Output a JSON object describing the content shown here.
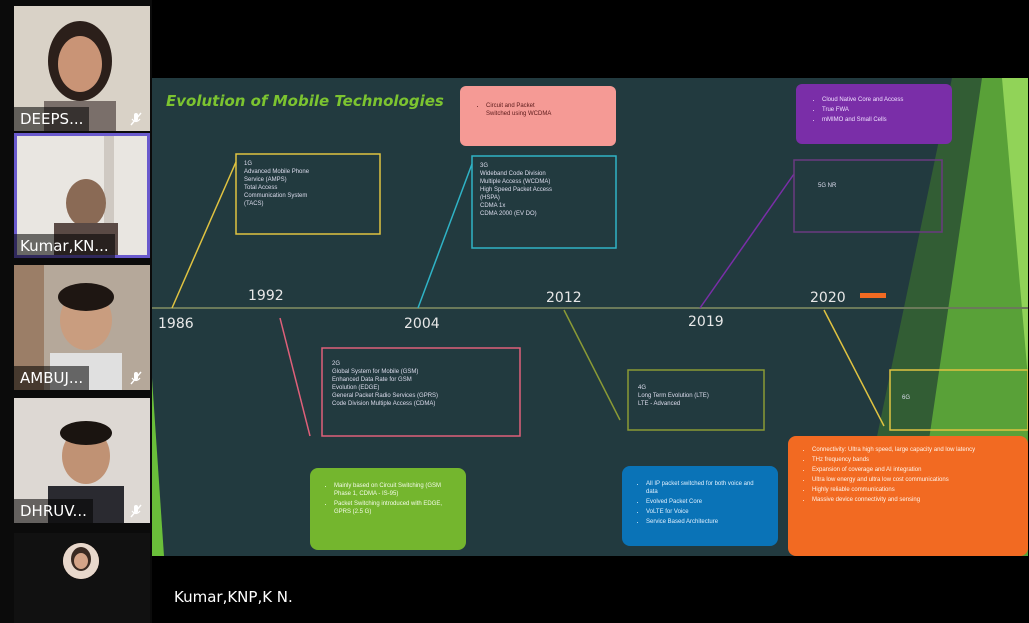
{
  "participants": [
    {
      "name": "DEEPS..."
    },
    {
      "name": "Kumar,KN..."
    },
    {
      "name": "AMBUJ..."
    },
    {
      "name": "DHRUV..."
    }
  ],
  "active_speaker": {
    "name": "Kumar,KNP,K N."
  },
  "slide": {
    "title": "Evolution of Mobile Technologies",
    "years": [
      "1986",
      "1992",
      "2004",
      "2012",
      "2019",
      "2020"
    ],
    "boxes": {
      "g1": [
        "1G",
        "Advanced Mobile Phone",
        "Service (AMPS)",
        "Total Access",
        "Communication System",
        "(TACS)"
      ],
      "g2": [
        "2G",
        "Global System for Mobile (GSM)",
        "Enhanced Data Rate for GSM",
        "Evolution (EDGE)",
        "General Packet Radio Services (GPRS)",
        "Code Division Multiple Access (CDMA)"
      ],
      "g3": [
        "3G",
        "Wideband Code Division",
        "Multiple Access (WCDMA)",
        "High Speed Packet Access",
        "(HSPA)",
        "CDMA 1x",
        "CDMA 2000 (EV DO)"
      ],
      "g4": [
        "4G",
        "Long Term Evolution (LTE)",
        "LTE - Advanced"
      ],
      "g5nr": [
        "5G NR"
      ],
      "g6": [
        "6G"
      ],
      "pink": [
        "Circuit and Packet",
        "Switched using WCDMA"
      ],
      "purple": [
        "Cloud Native Core and Access",
        "True FWA",
        "mMIMO and Small Cells"
      ],
      "green": [
        "Mainly based on Circuit Switching (GSM Phase 1, CDMA - IS-95)",
        "Packet Switching introduced with EDGE, GPRS (2.5 G)"
      ],
      "blue": [
        "All IP packet switched for both voice and data",
        "Evolved Packet Core",
        "VoLTE for Voice",
        "Service Based Architecture"
      ],
      "orange": [
        "Connectivity: Ultra high speed, large capacity and low latency",
        "THz frequency bands",
        "Expansion of coverage and AI integration",
        "Ultra low energy and ultra low cost communications",
        "Highly reliable communications",
        "Massive device connectivity and sensing"
      ]
    }
  },
  "colors": {
    "slide_bg": "#223a3f",
    "title_green": "#7cc430",
    "yellow": "#e0c341",
    "cyan": "#2fb3c6",
    "pink_line": "#e0607a",
    "olive": "#8a9a35",
    "purple": "#7a2ea8",
    "orange": "#f26a22",
    "green_box": "#74b62e",
    "blue_box": "#0a73b7",
    "pink_box": "#f59a95"
  }
}
